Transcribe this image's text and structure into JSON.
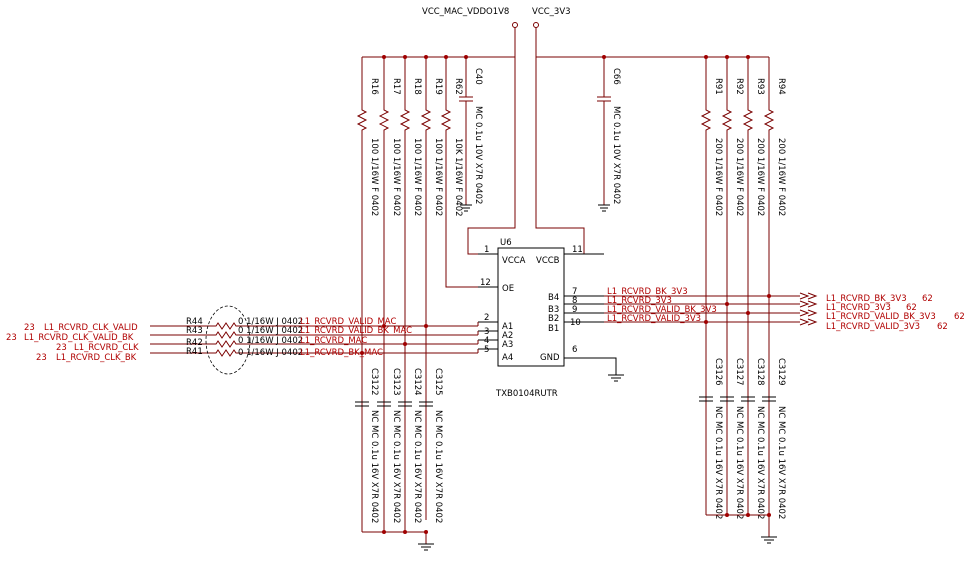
{
  "power_nets": {
    "left": "VCC_MAC_VDDO1V8",
    "right": "VCC_3V3"
  },
  "chip": {
    "refdes": "U6",
    "part": "TXB0104RUTR",
    "pins_left": [
      {
        "num": "1",
        "name": "VCCA"
      },
      {
        "num": "12",
        "name": "OE"
      },
      {
        "num": "2",
        "name": "A1"
      },
      {
        "num": "3",
        "name": "A2"
      },
      {
        "num": "4",
        "name": "A3"
      },
      {
        "num": "5",
        "name": "A4"
      }
    ],
    "pins_right": [
      {
        "num": "11",
        "name": "VCCB"
      },
      {
        "num": "7",
        "name": "B4"
      },
      {
        "num": "8",
        "name": "B3"
      },
      {
        "num": "9",
        "name": "B2"
      },
      {
        "num": "10",
        "name": "B1"
      },
      {
        "num": "6",
        "name": "GND"
      }
    ]
  },
  "top_resistors_left": [
    {
      "ref": "R16",
      "value": "100 1/16W F 0402"
    },
    {
      "ref": "R17",
      "value": "100 1/16W F 0402"
    },
    {
      "ref": "R18",
      "value": "100 1/16W F 0402"
    },
    {
      "ref": "R19",
      "value": "100 1/16W F 0402"
    },
    {
      "ref": "R62",
      "value": "10K 1/16W F 0402"
    }
  ],
  "top_caps": [
    {
      "ref": "C40",
      "value": "MC 0.1u 10V X7R 0402"
    },
    {
      "ref": "C66",
      "value": "MC 0.1u 10V X7R 0402"
    }
  ],
  "top_resistors_right": [
    {
      "ref": "R91",
      "value": "200 1/16W F 0402"
    },
    {
      "ref": "R92",
      "value": "200 1/16W F 0402"
    },
    {
      "ref": "R93",
      "value": "200 1/16W F 0402"
    },
    {
      "ref": "R94",
      "value": "200 1/16W F 0402"
    }
  ],
  "bottom_caps_left": [
    {
      "ref": "C3122",
      "value": "NC MC 0.1u 16V X7R 0402"
    },
    {
      "ref": "C3123",
      "value": "NC MC 0.1u 16V X7R 0402"
    },
    {
      "ref": "C3124",
      "value": "NC MC 0.1u 16V X7R 0402"
    },
    {
      "ref": "C3125",
      "value": "NC MC 0.1u 16V X7R 0402"
    }
  ],
  "bottom_caps_right": [
    {
      "ref": "C3126",
      "value": "NC MC 0.1u 16V X7R 0402"
    },
    {
      "ref": "C3127",
      "value": "NC MC 0.1u 16V X7R 0402"
    },
    {
      "ref": "C3128",
      "value": "NC MC 0.1u 16V X7R 0402"
    },
    {
      "ref": "C3129",
      "value": "NC MC 0.1u 16V X7R 0402"
    }
  ],
  "series_resistors": [
    {
      "ref": "R44",
      "value": "0 1/16W J 0402",
      "in_net": "L1_RCVRD_CLK_VALID",
      "in_page": "23",
      "out_net": "L1_RCVRD_VALID_MAC"
    },
    {
      "ref": "R43",
      "value": "0 1/16W J 0402",
      "in_net": "L1_RCVRD_CLK_VALID_BK",
      "in_page": "23",
      "out_net": "L1_RCVRD_VALID_BK_MAC"
    },
    {
      "ref": "R42",
      "value": "0 1/16W J 0402",
      "in_net": "L1_RCVRD_CLK",
      "in_page": "23",
      "out_net": "L1_RCVRD_MAC"
    },
    {
      "ref": "R41",
      "value": "0 1/16W J 0402",
      "in_net": "L1_RCVRD_CLK_BK",
      "in_page": "23",
      "out_net": "L1_RCVRD_BK_MAC"
    }
  ],
  "b_side_nets": [
    {
      "net": "L1_RCVRD_BK_3V3",
      "offpage": "L1_RCVRD_BK_3V3",
      "page": "62"
    },
    {
      "net": "L1_RCVRD_3V3",
      "offpage": "L1_RCVRD_3V3",
      "page": "62"
    },
    {
      "net": "L1_RCVRD_VALID_BK_3V3",
      "offpage": "L1_RCVRD_VALID_BK_3V3",
      "page": "62"
    },
    {
      "net": "L1_RCVRD_VALID_3V3",
      "offpage": "L1_RCVRD_VALID_3V3",
      "page": "62"
    }
  ]
}
